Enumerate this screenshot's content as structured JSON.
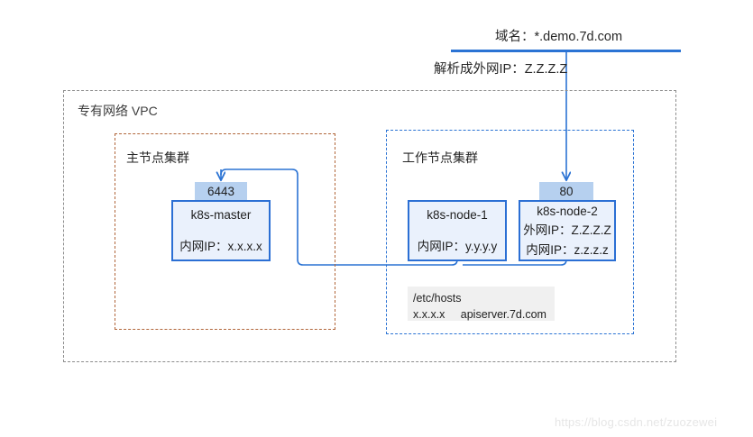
{
  "diagram": {
    "title_note": "Kubernetes cluster network topology inside a VPC",
    "top": {
      "domain_label": "域名：*.demo.7d.com",
      "resolve_label": "解析成外网IP：Z.Z.Z.Z"
    },
    "vpc": {
      "label": "专有网络 VPC",
      "border_color": "#8c8c8c"
    },
    "master_cluster": {
      "label": "主节点集群",
      "border_color": "#b1663a",
      "node": {
        "port_badge": "6443",
        "name": "k8s-master",
        "internal_ip": "内网IP：x.x.x.x"
      }
    },
    "worker_cluster": {
      "label": "工作节点集群",
      "border_color": "#2b73d4",
      "nodes": [
        {
          "port_badge": "",
          "name": "k8s-node-1",
          "internal_ip": "内网IP：y.y.y.y",
          "external_ip": ""
        },
        {
          "port_badge": "80",
          "name": "k8s-node-2",
          "external_ip": "外网IP：Z.Z.Z.Z",
          "internal_ip": "内网IP：z.z.z.z"
        }
      ],
      "hosts_note": {
        "file": "/etc/hosts",
        "entry": "x.x.x.x     apiserver.7d.com"
      }
    },
    "colors": {
      "line_blue": "#2b73d4",
      "node_border": "#2b6fd4",
      "node_fill": "#eaf1fc",
      "badge_fill": "#b6d0ef",
      "note_fill": "#f0f0f0"
    },
    "watermark": "https://blog.csdn.net/zuozewei"
  }
}
